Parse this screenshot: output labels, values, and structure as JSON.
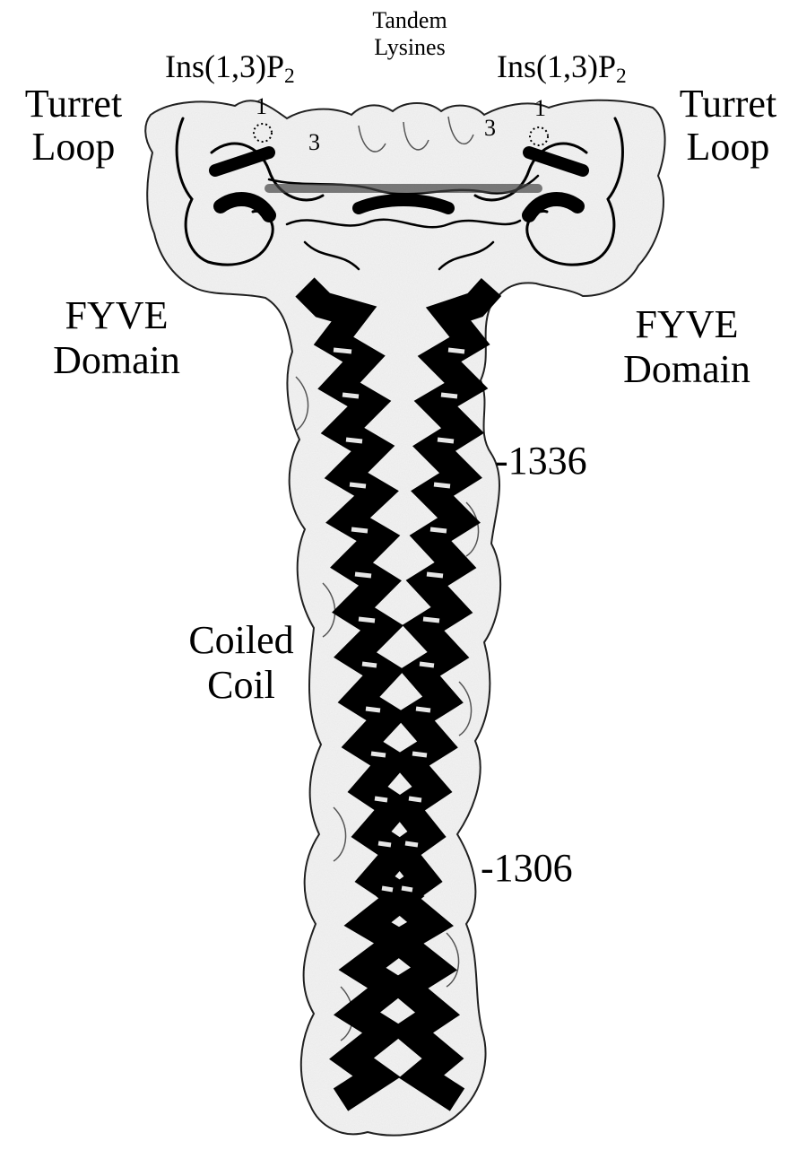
{
  "figure": {
    "labels": {
      "tandem_lysines": [
        "Tandem",
        "Lysines"
      ],
      "ins_left": {
        "main": "Ins(1,3)P",
        "sub": "2"
      },
      "ins_right": {
        "main": "Ins(1,3)P",
        "sub": "2"
      },
      "turret_left": [
        "Turret",
        "Loop"
      ],
      "turret_right": [
        "Turret",
        "Loop"
      ],
      "fyve_left": [
        "FYVE",
        "Domain"
      ],
      "fyve_right": [
        "FYVE",
        "Domain"
      ],
      "coiled_coil": [
        "Coiled",
        "Coil"
      ],
      "residue_1336": "-1336",
      "residue_1306": "-1306",
      "site_markers": {
        "left_1": "1",
        "left_3": "3",
        "right_3": "3",
        "right_1": "1"
      }
    },
    "colors": {
      "ink": "#000000",
      "surface": "#f2f2f2",
      "surface_edge": "#222222",
      "background": "#ffffff"
    }
  }
}
